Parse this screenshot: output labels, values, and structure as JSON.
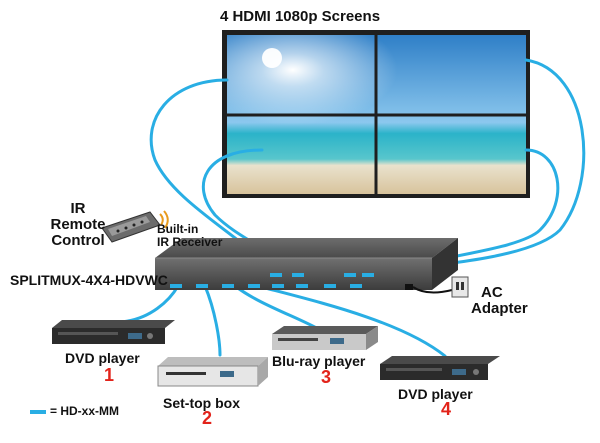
{
  "title": "4 HDMI 1080p Screens",
  "remote": {
    "label_lines": [
      "IR",
      "Remote",
      "Control"
    ]
  },
  "receiver": {
    "label_lines": [
      "Built-in",
      "IR Receiver"
    ]
  },
  "model": "SPLITMUX-4X4-HDVWC",
  "ac": {
    "label_lines": [
      "AC",
      "Adapter"
    ]
  },
  "devices": [
    {
      "name": "DVD player",
      "number": "1"
    },
    {
      "name": "Set-top box",
      "number": "2"
    },
    {
      "name": "Blu-ray player",
      "number": "3"
    },
    {
      "name": "DVD player",
      "number": "4"
    }
  ],
  "legend": {
    "label": "= HD-xx-MM"
  },
  "colors": {
    "cable": "#29aee4",
    "number": "#e2231a",
    "unit": "#5a5a5a"
  }
}
